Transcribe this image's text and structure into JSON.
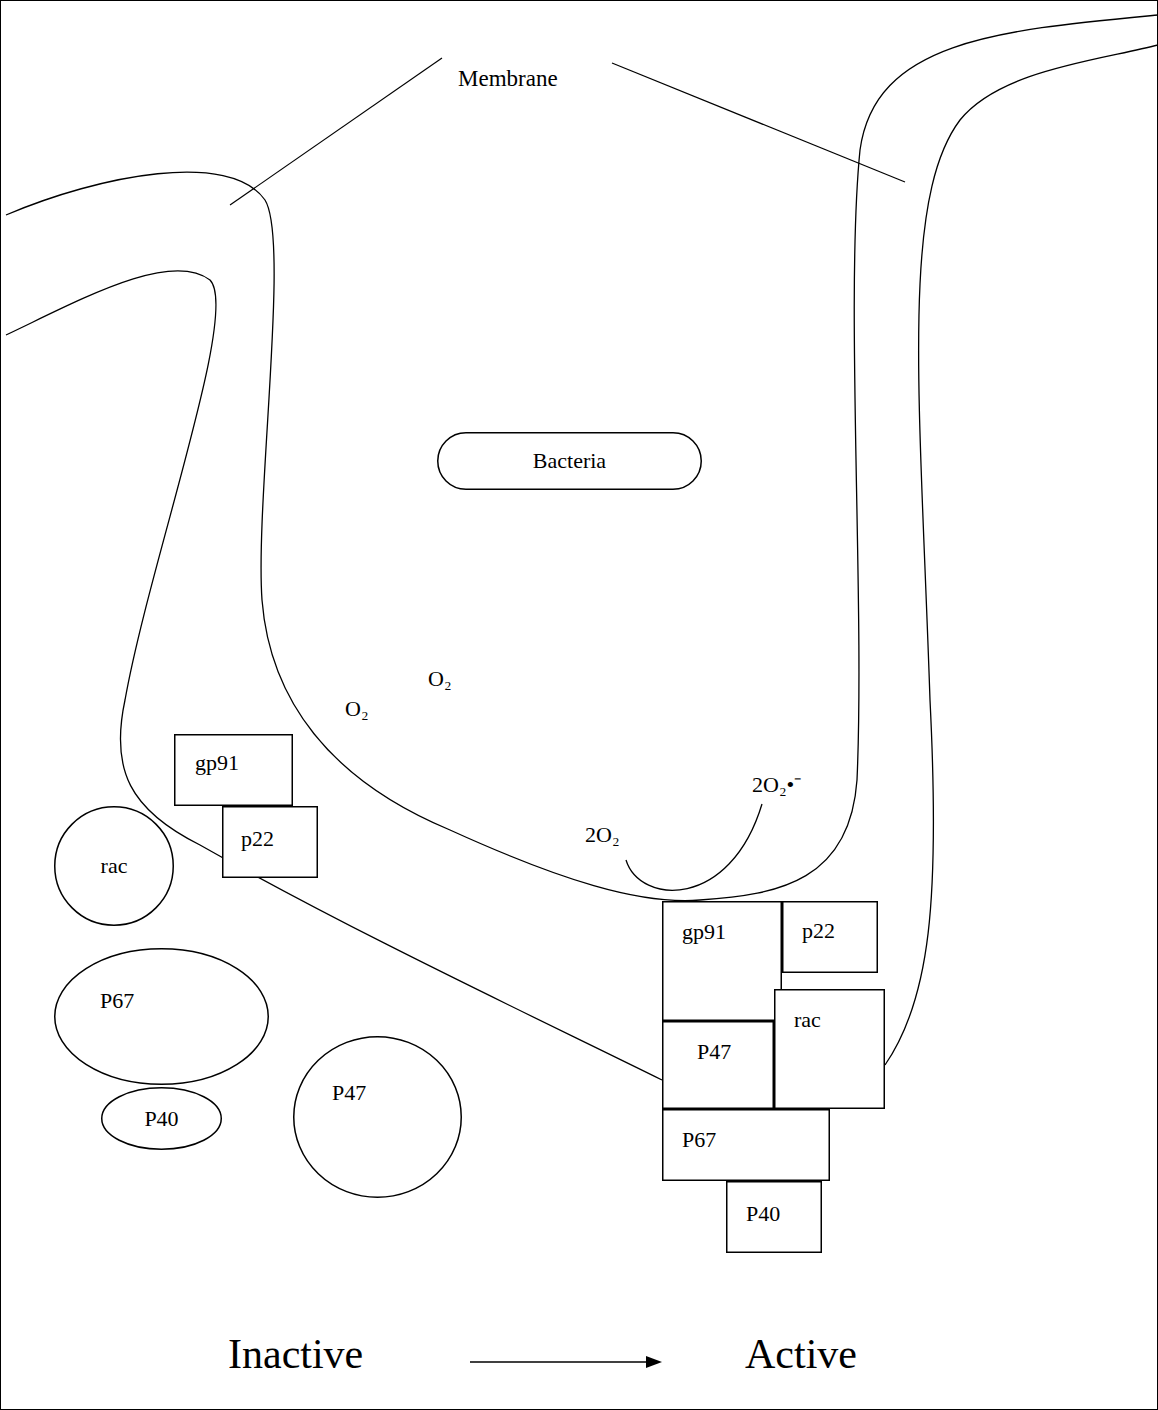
{
  "diagram": {
    "nodes": [
      {
        "text": [
          "Bacteria"
        ]
      },
      {
        "text": [
          "gp91"
        ]
      },
      {
        "text": [
          "p22"
        ]
      },
      {
        "text": [
          "rac"
        ]
      },
      {
        "text": [
          "P67"
        ]
      },
      {
        "text": [
          "P40"
        ]
      },
      {
        "text": [
          "P47"
        ]
      },
      {
        "text": [
          "gp91"
        ]
      },
      {
        "text": [
          "p22"
        ]
      },
      {
        "text": [
          "rac"
        ]
      },
      {
        "text": [
          "P47"
        ]
      },
      {
        "text": [
          "P67"
        ]
      },
      {
        "text": [
          "P40"
        ]
      }
    ],
    "labels": [
      "Membrane",
      "O₂",
      "O₂",
      "2O₂",
      "2O₂•⁻",
      "Inactive",
      "Active"
    ]
  }
}
